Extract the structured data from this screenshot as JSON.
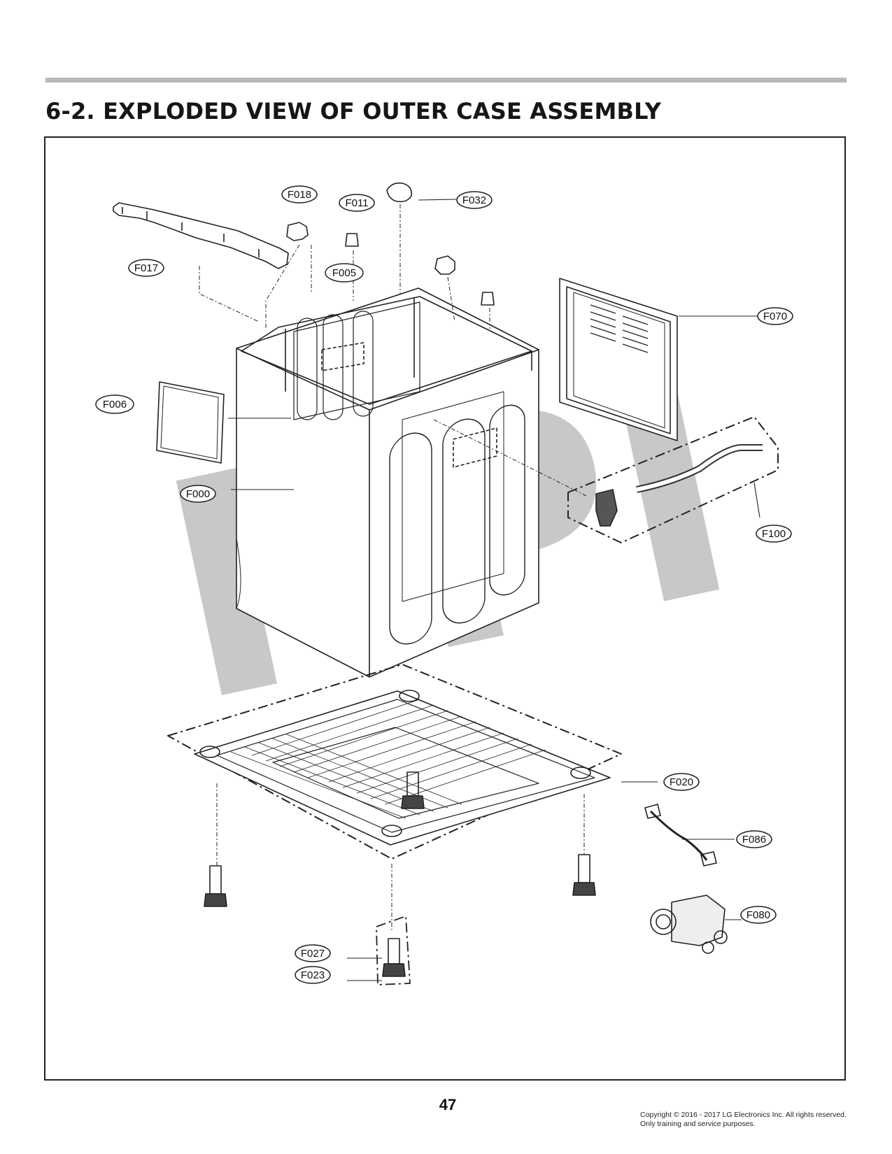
{
  "header": {
    "title": "6-2. EXPLODED VIEW OF OUTER CASE ASSEMBLY"
  },
  "watermark": "RPI",
  "callouts": {
    "f000": "F000",
    "f005": "F005",
    "f006": "F006",
    "f011": "F011",
    "f017": "F017",
    "f018": "F018",
    "f020": "F020",
    "f023": "F023",
    "f027": "F027",
    "f032": "F032",
    "f070": "F070",
    "f080": "F080",
    "f086": "F086",
    "f100": "F100"
  },
  "footer": {
    "page_number": "47",
    "copyright": "Copyright © 2016 - 2017 LG Electronics Inc. All rights reserved. Only training and service purposes."
  }
}
